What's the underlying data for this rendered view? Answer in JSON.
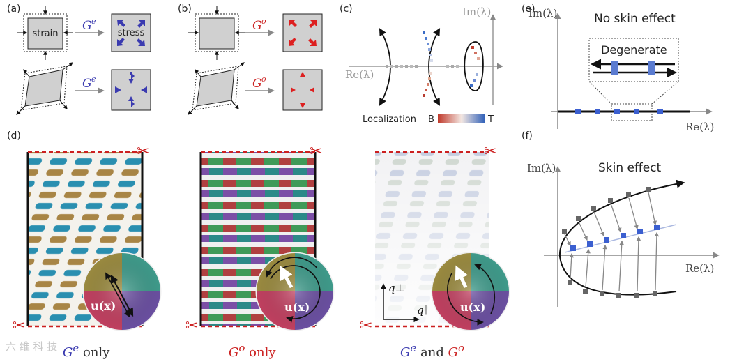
{
  "panels": {
    "a": "(a)",
    "b": "(b)",
    "c": "(c)",
    "d": "(d)",
    "e": "(e)",
    "f": "(f)"
  },
  "panel_a": {
    "strain": "strain",
    "stress": "stress",
    "op": "G",
    "op_sup": "e"
  },
  "panel_b": {
    "op": "G",
    "op_sup": "o"
  },
  "panel_c": {
    "im_axis": "Im(λ)",
    "re_axis": "Re(λ)",
    "localization": "Localization",
    "b": "B",
    "t": "T"
  },
  "panel_e": {
    "im_axis": "Im(λ)",
    "re_axis": "Re(λ)",
    "title": "No skin effect",
    "inset": "Degenerate"
  },
  "panel_f": {
    "im_axis": "Im(λ)",
    "re_axis": "Re(λ)",
    "title": "Skin effect"
  },
  "panel_d": {
    "q_perp": "q⊥",
    "q_par": "q∥",
    "u_label": "u(x)",
    "captions": [
      {
        "g": "G",
        "sup": "e",
        "suffix": " only"
      },
      {
        "g": "G",
        "sup": "o",
        "suffix": " only"
      },
      {
        "g1": "G",
        "sup1": "e",
        "mid": " and ",
        "g2": "G",
        "sup2": "o"
      }
    ]
  },
  "colors": {
    "blue": "#3b3bb0",
    "red": "#cc2222",
    "dash_red": "#cc2020"
  },
  "watermark": "六 维 科 技"
}
